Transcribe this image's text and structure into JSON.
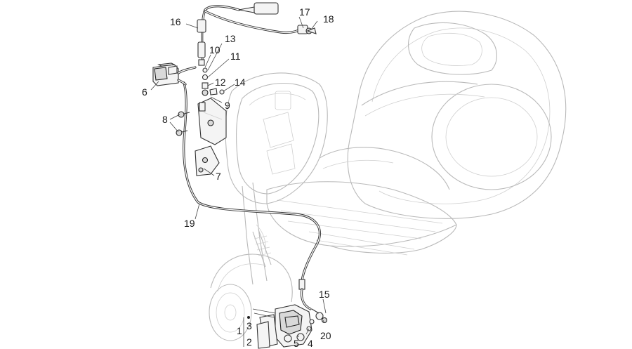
{
  "diagram": {
    "callouts": [
      {
        "id": "1",
        "label": "1"
      },
      {
        "id": "2",
        "label": "2"
      },
      {
        "id": "3",
        "label": "3"
      },
      {
        "id": "4",
        "label": "4"
      },
      {
        "id": "5",
        "label": "5"
      },
      {
        "id": "6",
        "label": "6"
      },
      {
        "id": "7",
        "label": "7"
      },
      {
        "id": "8",
        "label": "8"
      },
      {
        "id": "9",
        "label": "9"
      },
      {
        "id": "10",
        "label": "10"
      },
      {
        "id": "11",
        "label": "11"
      },
      {
        "id": "12",
        "label": "12"
      },
      {
        "id": "13",
        "label": "13"
      },
      {
        "id": "14",
        "label": "14"
      },
      {
        "id": "15",
        "label": "15"
      },
      {
        "id": "16",
        "label": "16"
      },
      {
        "id": "17",
        "label": "17"
      },
      {
        "id": "18",
        "label": "18"
      },
      {
        "id": "19",
        "label": "19"
      },
      {
        "id": "20",
        "label": "20"
      }
    ],
    "colors": {
      "ink": "#1a1a1a",
      "ghost": "#b9b9b9",
      "part": "#333333"
    }
  }
}
